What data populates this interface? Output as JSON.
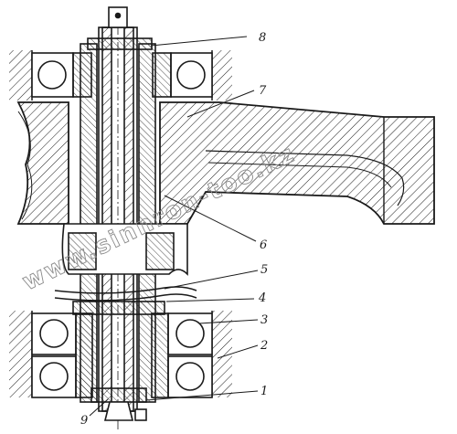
{
  "labels": {
    "l1": "1",
    "l2": "2",
    "l3": "3",
    "l4": "4",
    "l5": "5",
    "l6": "6",
    "l7": "7",
    "l8": "8",
    "l9": "9"
  },
  "watermark": "www.sinnron-too.kz",
  "colors": {
    "ink": "#1a1a1a",
    "paper": "#ffffff",
    "watermark": "#8a8a8a"
  }
}
